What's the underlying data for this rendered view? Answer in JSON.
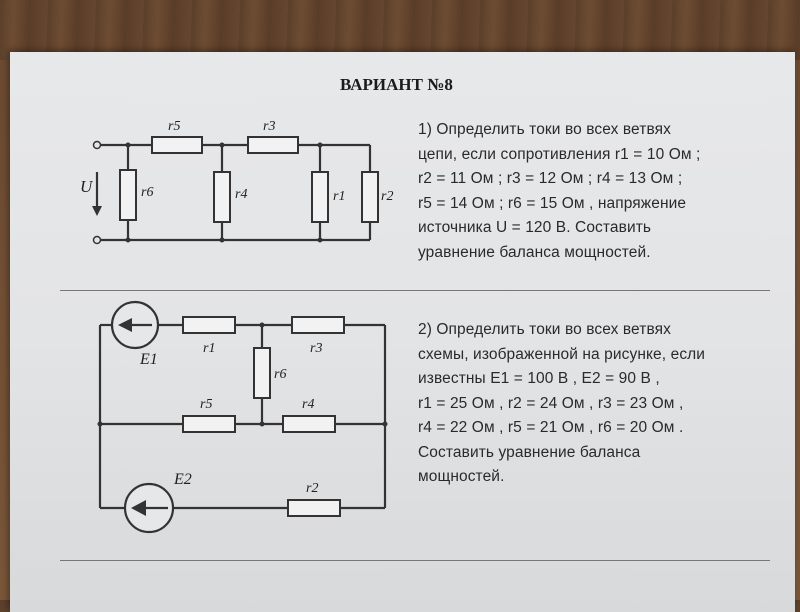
{
  "title": "ВАРИАНТ №8",
  "task1": {
    "lines": [
      "1) Определить токи во всех ветвях",
      "цепи, если сопротивления r1 = 10 Ом ;",
      "r2 = 11 Ом ; r3 = 12 Ом ; r4 = 13 Ом ;",
      "r5 = 14 Ом ; r6 = 15 Ом , напряжение",
      "источника U = 120 В. Составить",
      "уравнение баланса мощностей."
    ]
  },
  "task2": {
    "lines": [
      "2) Определить токи во всех ветвях",
      "схемы, изображенной на рисунке, если",
      "известны E1 = 100 В , E2 = 90 В ,",
      "r1 = 25 Ом , r2 = 24 Ом , r3 = 23 Ом ,",
      "r4 = 22 Ом , r5 = 21 Ом , r6 = 20 Ом .",
      "Составить уравнение баланса",
      "мощностей."
    ]
  },
  "circuit1": {
    "labels": {
      "U": "U",
      "r1": "r1",
      "r2": "r2",
      "r3": "r3",
      "r4": "r4",
      "r5": "r5",
      "r6": "r6"
    }
  },
  "circuit2": {
    "labels": {
      "E1": "E1",
      "E2": "E2",
      "r1": "r1",
      "r2": "r2",
      "r3": "r3",
      "r4": "r4",
      "r5": "r5",
      "r6": "r6"
    }
  },
  "colors": {
    "paper": "#e4e5e7",
    "ink": "#2a2a2a",
    "table": "#6b4a31"
  }
}
